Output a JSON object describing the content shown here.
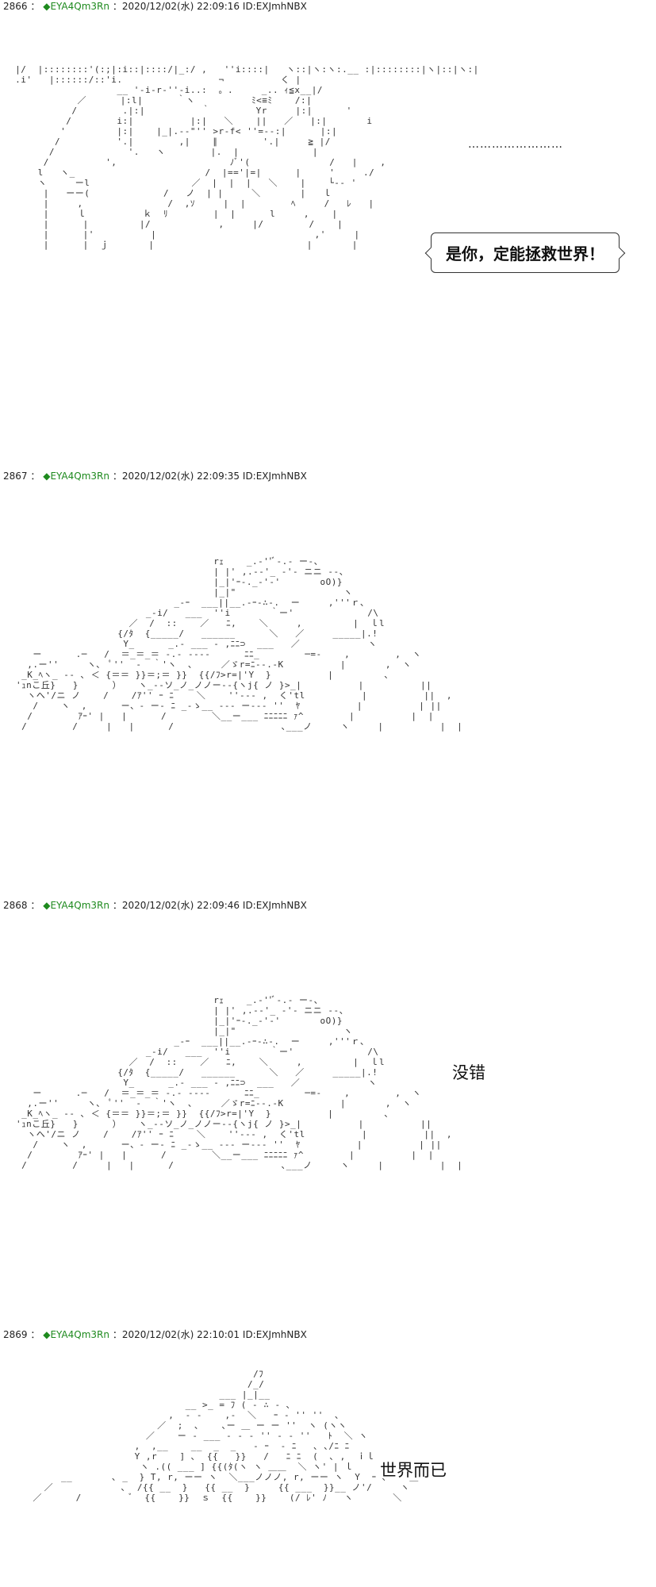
{
  "posts": [
    {
      "number": "2866",
      "separator": "：",
      "diamond": "◆",
      "trip": "EYA4Qm3Rn",
      "datetime": "：2020/12/02(水) 22:09:16",
      "id": "ID:EXJmhNBX",
      "dots": "……………………",
      "bubble": "是你，定能拯救世界！"
    },
    {
      "number": "2867",
      "separator": "：",
      "diamond": "◆",
      "trip": "EYA4Qm3Rn",
      "datetime": "：2020/12/02(水) 22:09:35",
      "id": "ID:EXJmhNBX"
    },
    {
      "number": "2868",
      "separator": "：",
      "diamond": "◆",
      "trip": "EYA4Qm3Rn",
      "datetime": "：2020/12/02(水) 22:09:46",
      "id": "ID:EXJmhNBX",
      "caption": "没错"
    },
    {
      "number": "2869",
      "separator": "：",
      "diamond": "◆",
      "trip": "EYA4Qm3Rn",
      "datetime": "：2020/12/02(水) 22:10:01",
      "id": "ID:EXJmhNBX",
      "caption": "世界而已"
    }
  ]
}
